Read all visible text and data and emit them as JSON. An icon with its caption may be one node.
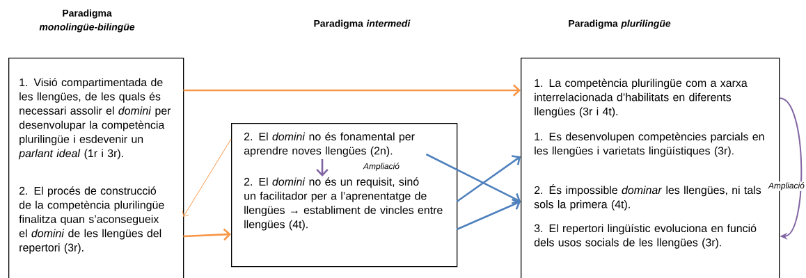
{
  "diagram": {
    "nodes": [
      {
        "text": [],
        "shape": "box"
      },
      {
        "text": [
          "1. Visió compartimentada de les llengües, de les quals és necessari assolir el *domini* per desenvolupar la competència plurilingüe i esdevenir un *parlant ideal* (1r i 3r)."
        ],
        "in": 0
      },
      {
        "text": [
          "2. El procés de construcció de la competència plurilingüe finalitza quan s’aconsegueix el *domini* de les llengües del repertori (3r)."
        ],
        "in": 0
      },
      {
        "text": [],
        "shape": "box"
      },
      {
        "text": [
          "2. El *domini* no és fonamental per aprendre noves llengües (2n)."
        ],
        "in": 3
      },
      {
        "text": [
          "2. El *domini* no és un requisit, sinó un facilitador per a l’aprenentatge de llengües → establiment de vincles entre llengües (4t)."
        ],
        "in": 3
      },
      {
        "text": [],
        "shape": "box"
      },
      {
        "text": [
          "1. La competència plurilingüe com a xarxa interrelacionada d’habilitats en diferents llengües (3r i 4t)."
        ],
        "in": 6
      },
      {
        "text": [
          "1. Es desenvolupen competències parcials en les llengües i varietats lingüístiques (3r)."
        ],
        "in": 6
      },
      {
        "text": [
          "2. És impossible *dominar* les llengües, ni tals sols la primera (4t)."
        ],
        "in": 6
      },
      {
        "text": [
          "3. El repertori lingüístic evoluciona en funció dels usos socials de les llengües (3r)."
        ],
        "in": 6
      }
    ],
    "edges": [
      {
        "from": 1,
        "to": 7,
        "arrow": "to",
        "color": "#f79646"
      },
      {
        "from": 4,
        "to": 2,
        "arrow": "to",
        "color": "#f79646"
      },
      {
        "from": 2,
        "to": 5,
        "arrow": "to",
        "color": "#f79646"
      },
      {
        "from": 4,
        "to": 9,
        "arrow": "to",
        "color": "#4f81bd"
      },
      {
        "from": 5,
        "to": 8,
        "arrow": "to",
        "color": "#4f81bd"
      },
      {
        "from": 5,
        "to": 9,
        "arrow": "to",
        "color": "#4f81bd"
      },
      {
        "from": 4,
        "to": 5,
        "arrow": "to",
        "color": "#8064a2",
        "label": "Ampliació"
      },
      {
        "from": 7,
        "to": 10,
        "arrow": "to",
        "color": "#8064a2",
        "label": "Ampliació"
      }
    ],
    "labels": [
      "Paradigma *monolingüe-bilingüe*",
      "Paradigma *intermedi*",
      "Paradigma *plurilingüe*"
    ]
  }
}
